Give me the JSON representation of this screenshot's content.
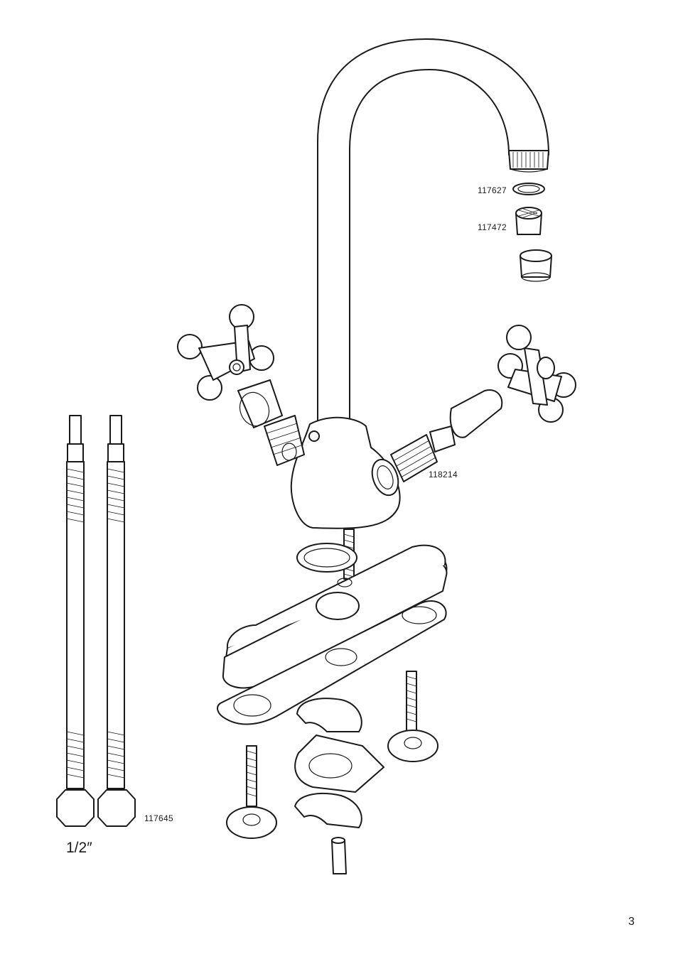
{
  "parts": {
    "o_ring": "117627",
    "aerator": "117472",
    "cartridge": "118214",
    "hose": "117645"
  },
  "hose_size": "1/2″",
  "page_number": "3",
  "line_color": "#1a1a1a"
}
